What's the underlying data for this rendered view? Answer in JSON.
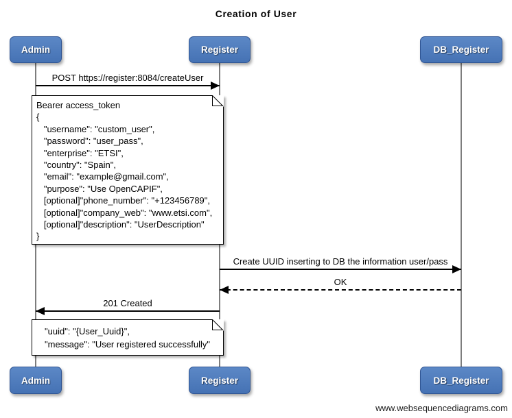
{
  "title": "Creation of User",
  "actors": [
    {
      "name": "Admin"
    },
    {
      "name": "Register"
    },
    {
      "name": "DB_Register"
    }
  ],
  "messages": [
    {
      "from": "Admin",
      "to": "Register",
      "style": "solid",
      "label": "POST https://register:8084/createUser"
    },
    {
      "from": "Register",
      "to": "DB_Register",
      "style": "solid",
      "label": "Create UUID inserting to DB the information user/pass"
    },
    {
      "from": "DB_Register",
      "to": "Register",
      "style": "dashed",
      "label": "OK"
    },
    {
      "from": "Register",
      "to": "Admin",
      "style": "solid",
      "label": "201 Created"
    }
  ],
  "notes": [
    {
      "attached_to": "Admin-Register",
      "lines": [
        "Bearer access_token",
        "{",
        "   \"username\": \"custom_user\",",
        "   \"password\": \"user_pass\",",
        "   \"enterprise\": \"ETSI\",",
        "   \"country\": \"Spain\",",
        "   \"email\": \"example@gmail.com\",",
        "   \"purpose\": \"Use OpenCAPIF\",",
        "   [optional]\"phone_number\": \"+123456789\",",
        "   [optional]\"company_web\": \"www.etsi.com\",",
        "   [optional]\"description\": \"UserDescription\"",
        "}"
      ]
    },
    {
      "attached_to": "Admin-Register",
      "lines": [
        "\"uuid\": \"{User_Uuid}\",",
        "\"message\": \"User registered successfully\""
      ]
    }
  ],
  "footer": "www.websequencediagrams.com",
  "colors": {
    "actor_fill": "#4a76b8",
    "actor_fill_light": "#5c88c6",
    "actor_border": "#2f5492",
    "actor_text": "#ffffff",
    "lifeline": "#7d7d7d",
    "message_line": "#000000",
    "note_fill": "#ffffff",
    "note_border": "#000000",
    "background": "#ffffff"
  }
}
